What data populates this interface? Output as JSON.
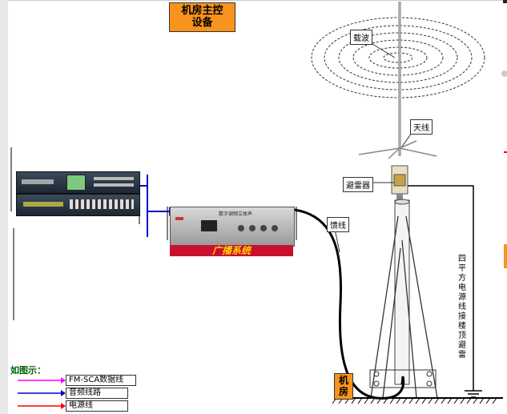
{
  "control_room_box": {
    "line1": "机房主控",
    "line2": "设备"
  },
  "labels": {
    "carrier_wave": "载波",
    "antenna": "天线",
    "lightning_arrester": "避雷器",
    "feeder_cable": "馈线",
    "power_ground_note": "四平方电源线接楼顶避雷",
    "equipment_room_line1": "机",
    "equipment_room_line2": "房",
    "broadcast_system": "广播系统",
    "amp_panel_text": "数字调频立体声"
  },
  "legend": {
    "title": "如图示：",
    "items": [
      {
        "label": "FM-SCA数据线",
        "color": "#ff00ff"
      },
      {
        "label": "音频线路",
        "color": "#0000cc"
      },
      {
        "label": "电源线",
        "color": "#ff0000"
      }
    ]
  },
  "colors": {
    "accent_orange": "#f7941d",
    "audio_line": "#0000cc",
    "banner_red": "#c8102e"
  }
}
